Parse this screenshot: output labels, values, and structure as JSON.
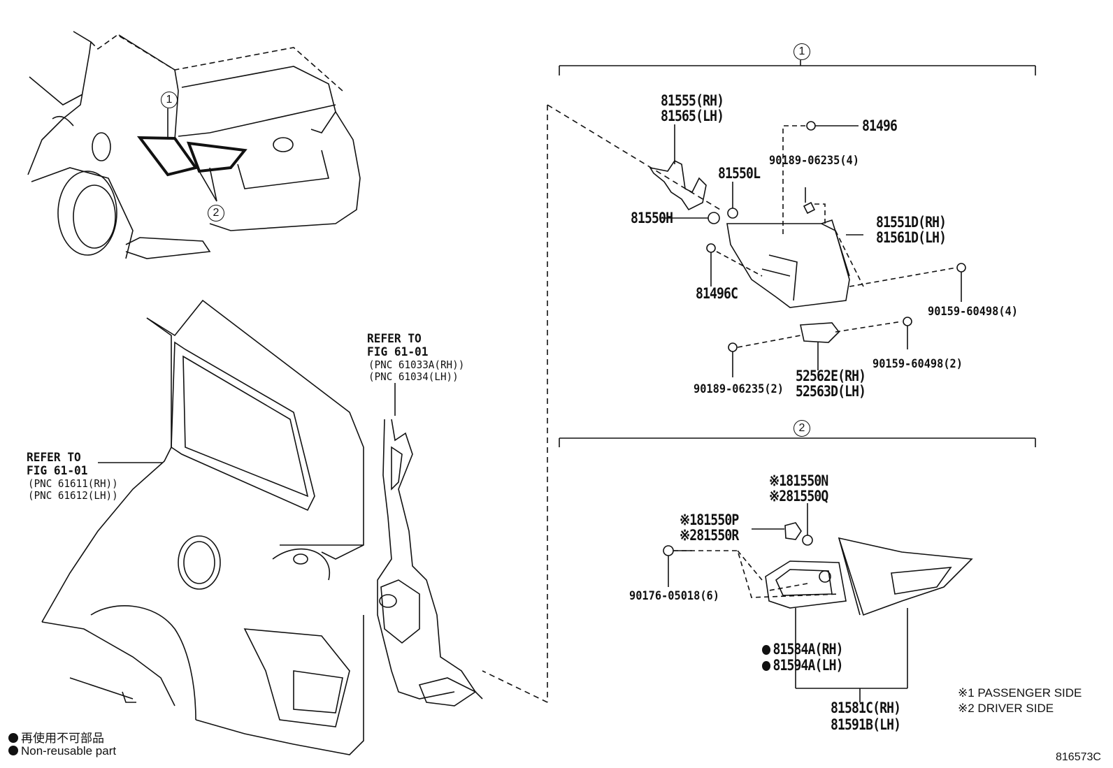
{
  "callouts": {
    "one": "1",
    "two": "2"
  },
  "group1": {
    "p81555": "81555(RH)",
    "p81565": "81565(LH)",
    "p81496": "81496",
    "p90189_4": "90189-06235(4)",
    "p81550L": "81550L",
    "p81550H": "81550H",
    "p81551D": "81551D(RH)",
    "p81561D": "81561D(LH)",
    "p81496C": "81496C",
    "p90159_4": "90159-60498(4)",
    "p90159_2": "90159-60498(2)",
    "p90189_2": "90189-06235(2)",
    "p52562E": "52562E(RH)",
    "p52563D": "52563D(LH)"
  },
  "group2": {
    "p81550N": "※181550N",
    "p81550Q": "※281550Q",
    "p81550P": "※181550P",
    "p81550R": "※281550R",
    "p90176": "90176-05018(6)",
    "p81584A": "81584A(RH)",
    "p81594A": "81594A(LH)",
    "p81581C": "81581C(RH)",
    "p81591B": "81591B(LH)"
  },
  "refs": {
    "ref_a_line1": "REFER TO",
    "ref_a_line2": "FIG 61-01",
    "ref_a_line3": "(PNC 61033A(RH))",
    "ref_a_line4": "(PNC 61034(LH))",
    "ref_b_line1": "REFER TO",
    "ref_b_line2": "FIG 61-01",
    "ref_b_line3": "(PNC 61611(RH))",
    "ref_b_line4": "(PNC 61612(LH))"
  },
  "legend": {
    "note1": "※1 PASSENGER SIDE",
    "note2": "※2 DRIVER SIDE",
    "nonreuse_jp": "再使用不可部品",
    "nonreuse_en": "Non-reusable part"
  },
  "figure_id": "816573C"
}
